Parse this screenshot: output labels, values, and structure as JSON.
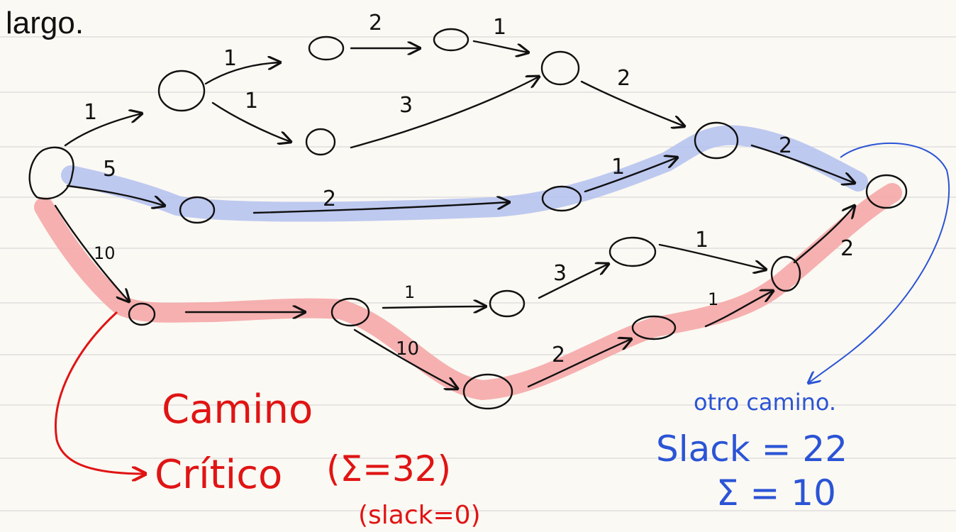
{
  "page": {
    "heading_fragment": "largo."
  },
  "colors": {
    "paper": "#fbf9f3",
    "rule_line": "#d9d9d9",
    "ink": "#111111",
    "critical_highlight": "#f4a3a3",
    "alt_highlight": "#b3c1ef",
    "red_ink": "#e01414",
    "blue_ink": "#2b54d6"
  },
  "graph": {
    "edge_weights": [
      {
        "id": "s-a",
        "label": "1"
      },
      {
        "id": "s-b",
        "label": "5"
      },
      {
        "id": "s-c",
        "label": "10"
      },
      {
        "id": "a-d",
        "label": "1"
      },
      {
        "id": "a-e",
        "label": "1"
      },
      {
        "id": "d-f",
        "label": "2"
      },
      {
        "id": "f-g",
        "label": "1"
      },
      {
        "id": "e-g",
        "label": "3"
      },
      {
        "id": "g-h",
        "label": "2"
      },
      {
        "id": "h-t",
        "label": "2"
      },
      {
        "id": "b-i",
        "label": "2"
      },
      {
        "id": "i-h",
        "label": "1"
      },
      {
        "id": "j-k",
        "label": "1"
      },
      {
        "id": "k-n",
        "label": "3"
      },
      {
        "id": "n-o",
        "label": "1"
      },
      {
        "id": "j-l",
        "label": "10"
      },
      {
        "id": "l-m",
        "label": "2"
      },
      {
        "id": "m-o",
        "label": "1"
      },
      {
        "id": "o-t",
        "label": "2"
      }
    ]
  },
  "annotations": {
    "critical_title_line1": "Camino",
    "critical_title_line2": "Crítico",
    "critical_sum": "(Σ=32)",
    "critical_slack": "(slack=0)",
    "other_path_title": "otro camino.",
    "other_path_slack": "Slack = 22",
    "other_path_sum": "Σ = 10"
  }
}
